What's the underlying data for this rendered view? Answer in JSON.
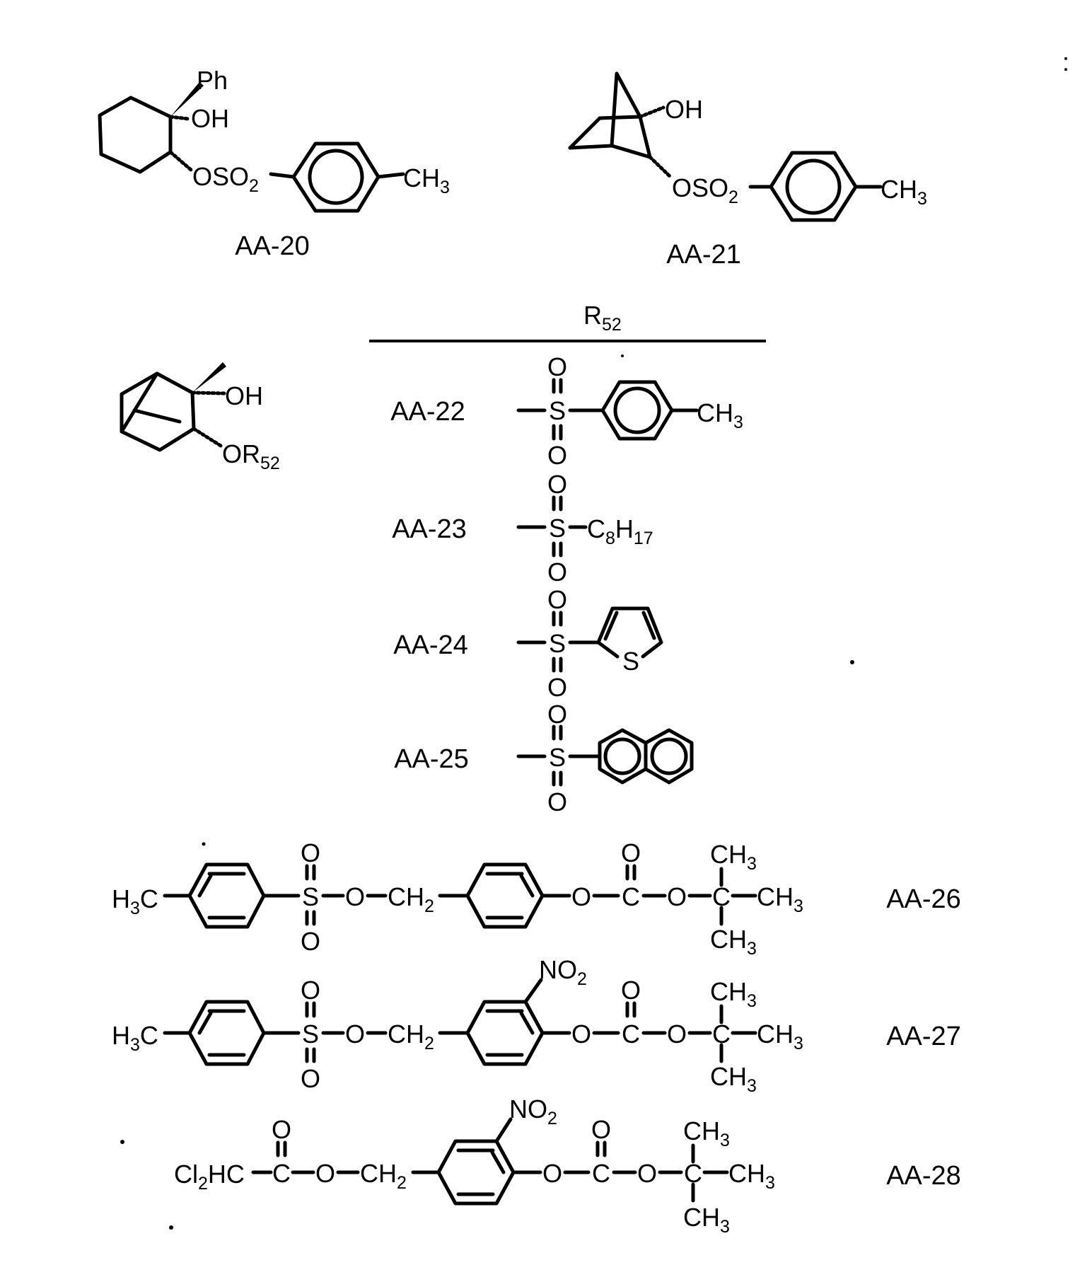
{
  "compounds": [
    {
      "id": "AA-20",
      "label": "AA-20",
      "atoms": {
        "ph": "Ph",
        "oh": "OH",
        "oso": "OSO",
        "oso_sub": "2",
        "ch": "CH",
        "ch_sub": "3"
      }
    },
    {
      "id": "AA-21",
      "label": "AA-21",
      "atoms": {
        "oh": "OH",
        "oso": "OSO",
        "oso_sub": "2",
        "ch": "CH",
        "ch_sub": "3"
      }
    },
    {
      "id": "pinane-core",
      "atoms": {
        "oh": "OH",
        "or": "OR",
        "or_sub": "52"
      }
    },
    {
      "id": "AA-22",
      "label": "AA-22",
      "atoms": {
        "s": "S",
        "o_top": "O",
        "o_bottom": "O",
        "ch": "CH",
        "ch_sub": "3"
      }
    },
    {
      "id": "AA-23",
      "label": "AA-23",
      "atoms": {
        "s": "S",
        "o_top": "O",
        "o_bottom": "O",
        "c": "C",
        "c_sub": "8",
        "h": "H",
        "h_sub": "17"
      }
    },
    {
      "id": "AA-24",
      "label": "AA-24",
      "atoms": {
        "s": "S",
        "o_top": "O",
        "o_bottom": "O",
        "ring_s": "S"
      }
    },
    {
      "id": "AA-25",
      "label": "AA-25",
      "atoms": {
        "s": "S",
        "o_top": "O",
        "o_bottom": "O"
      }
    },
    {
      "id": "AA-26",
      "label": "AA-26",
      "atoms": {
        "h3c_h": "H",
        "h3c_sub": "3",
        "h3c_c": "C",
        "s": "S",
        "o_top": "O",
        "o_bottom": "O",
        "o_link": "O",
        "ch2": "CH",
        "ch2_sub": "2",
        "o1": "O",
        "c": "C",
        "o_carbonyl": "O",
        "o2": "O",
        "cq": "C",
        "ch3_top": "CH",
        "ch3_right": "CH",
        "ch3_bottom": "CH",
        "sub3": "3"
      }
    },
    {
      "id": "AA-27",
      "label": "AA-27",
      "atoms": {
        "h3c_h": "H",
        "h3c_sub": "3",
        "h3c_c": "C",
        "s": "S",
        "o_top": "O",
        "o_bottom": "O",
        "o_link": "O",
        "ch2": "CH",
        "ch2_sub": "2",
        "no2": "NO",
        "no2_sub": "2",
        "o1": "O",
        "c": "C",
        "o_carbonyl": "O",
        "o2": "O",
        "cq": "C",
        "ch3_top": "CH",
        "ch3_right": "CH",
        "ch3_bottom": "CH",
        "sub3": "3"
      }
    },
    {
      "id": "AA-28",
      "label": "AA-28",
      "atoms": {
        "cl": "Cl",
        "cl_sub": "2",
        "hc": "HC",
        "c1": "C",
        "o_carbonyl1": "O",
        "o_link": "O",
        "ch2": "CH",
        "ch2_sub": "2",
        "no2": "NO",
        "no2_sub": "2",
        "o1": "O",
        "c": "C",
        "o_carbonyl": "O",
        "o2": "O",
        "cq": "C",
        "ch3_top": "CH",
        "ch3_right": "CH",
        "ch3_bottom": "CH",
        "sub3": "3"
      }
    }
  ],
  "r_table": {
    "header": "R",
    "header_sub": "52"
  },
  "stray_mark": ":"
}
